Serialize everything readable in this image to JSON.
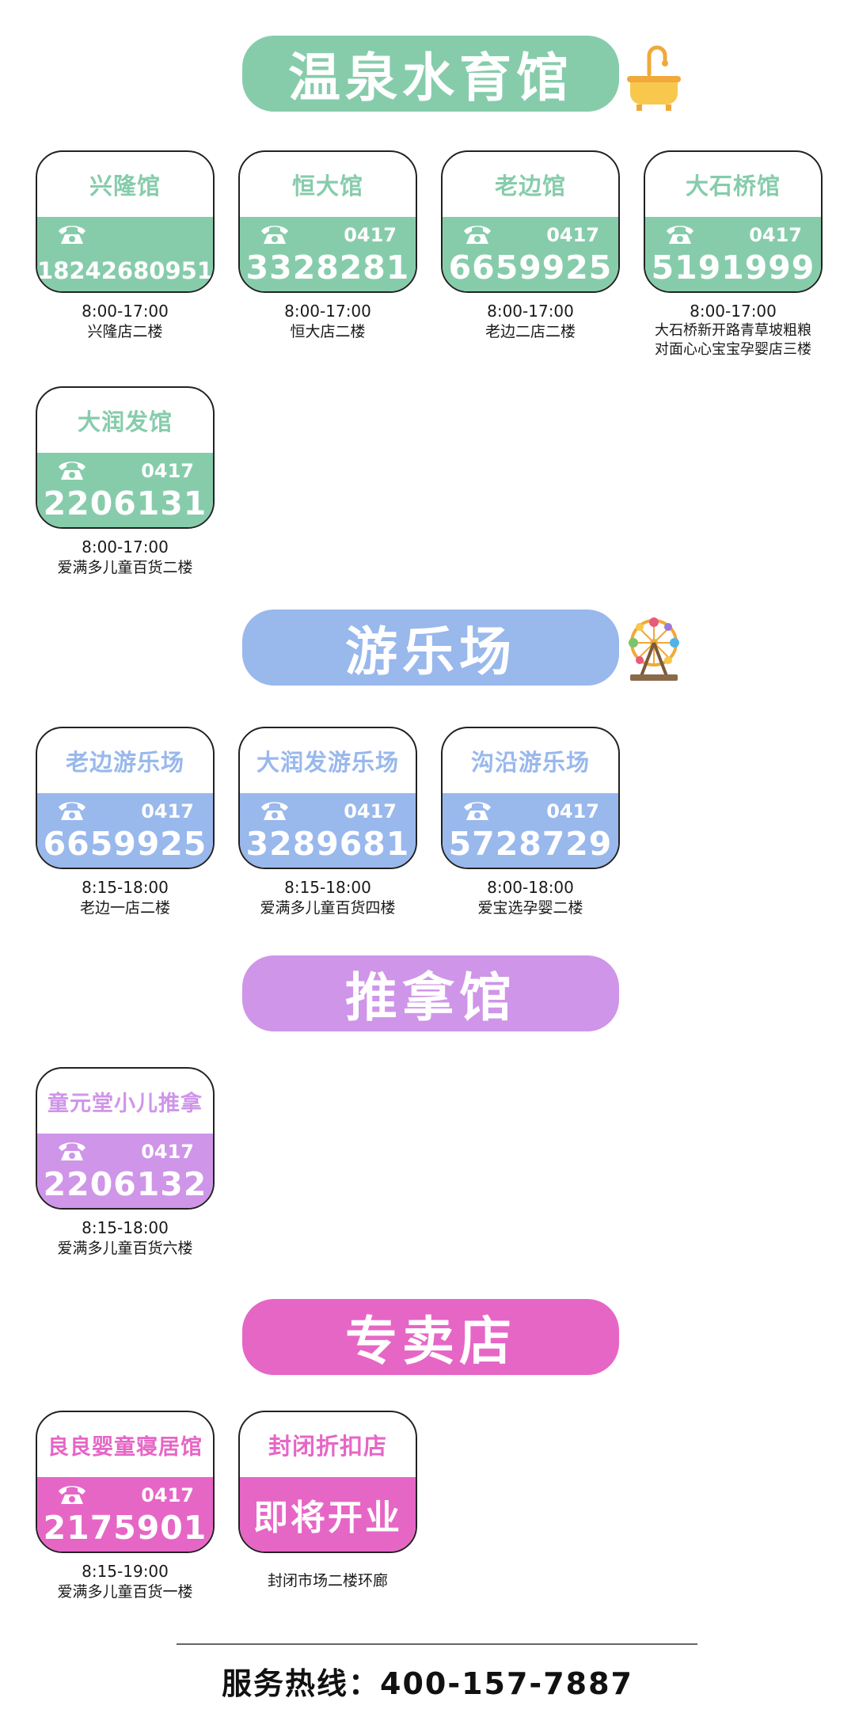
{
  "colors": {
    "hot_spring": "#86ccab",
    "playground": "#99b8ec",
    "massage": "#cf95e8",
    "store": "#e666c6"
  },
  "sections": {
    "hot_spring": {
      "title": "温泉水育馆",
      "icon": "bathtub-icon",
      "cards": [
        {
          "name": "兴隆馆",
          "area": "",
          "number": "18242680951",
          "hours": "8:00-17:00",
          "address": "兴隆店二楼"
        },
        {
          "name": "恒大馆",
          "area": "0417",
          "number": "3328281",
          "hours": "8:00-17:00",
          "address": "恒大店二楼"
        },
        {
          "name": "老边馆",
          "area": "0417",
          "number": "6659925",
          "hours": "8:00-17:00",
          "address": "老边二店二楼"
        },
        {
          "name": "大石桥馆",
          "area": "0417",
          "number": "5191999",
          "hours": "8:00-17:00",
          "address": "大石桥新开路青草坡粗粮",
          "address2": "对面心心宝宝孕婴店三楼"
        },
        {
          "name": "大润发馆",
          "area": "0417",
          "number": "2206131",
          "hours": "8:00-17:00",
          "address": "爱满多儿童百货二楼"
        }
      ]
    },
    "playground": {
      "title": "游乐场",
      "icon": "ferris-wheel-icon",
      "cards": [
        {
          "name": "老边游乐场",
          "area": "0417",
          "number": "6659925",
          "hours": "8:15-18:00",
          "address": "老边一店二楼"
        },
        {
          "name": "大润发游乐场",
          "area": "0417",
          "number": "3289681",
          "hours": "8:15-18:00",
          "address": "爱满多儿童百货四楼"
        },
        {
          "name": "沟沿游乐场",
          "area": "0417",
          "number": "5728729",
          "hours": "8:00-18:00",
          "address": "爱宝选孕婴二楼"
        }
      ]
    },
    "massage": {
      "title": "推拿馆",
      "cards": [
        {
          "name": "童元堂小儿推拿",
          "area": "0417",
          "number": "2206132",
          "hours": "8:15-18:00",
          "address": "爱满多儿童百货六楼"
        }
      ]
    },
    "store": {
      "title": "专卖店",
      "cards": [
        {
          "name": "良良婴童寝居馆",
          "area": "0417",
          "number": "2175901",
          "hours": "8:15-19:00",
          "address": "爱满多儿童百货一楼"
        },
        {
          "name": "封闭折扣店",
          "coming": "即将开业",
          "address": "封闭市场二楼环廊"
        }
      ]
    }
  },
  "footer": {
    "hotline": "服务热线：400-157-7887"
  }
}
